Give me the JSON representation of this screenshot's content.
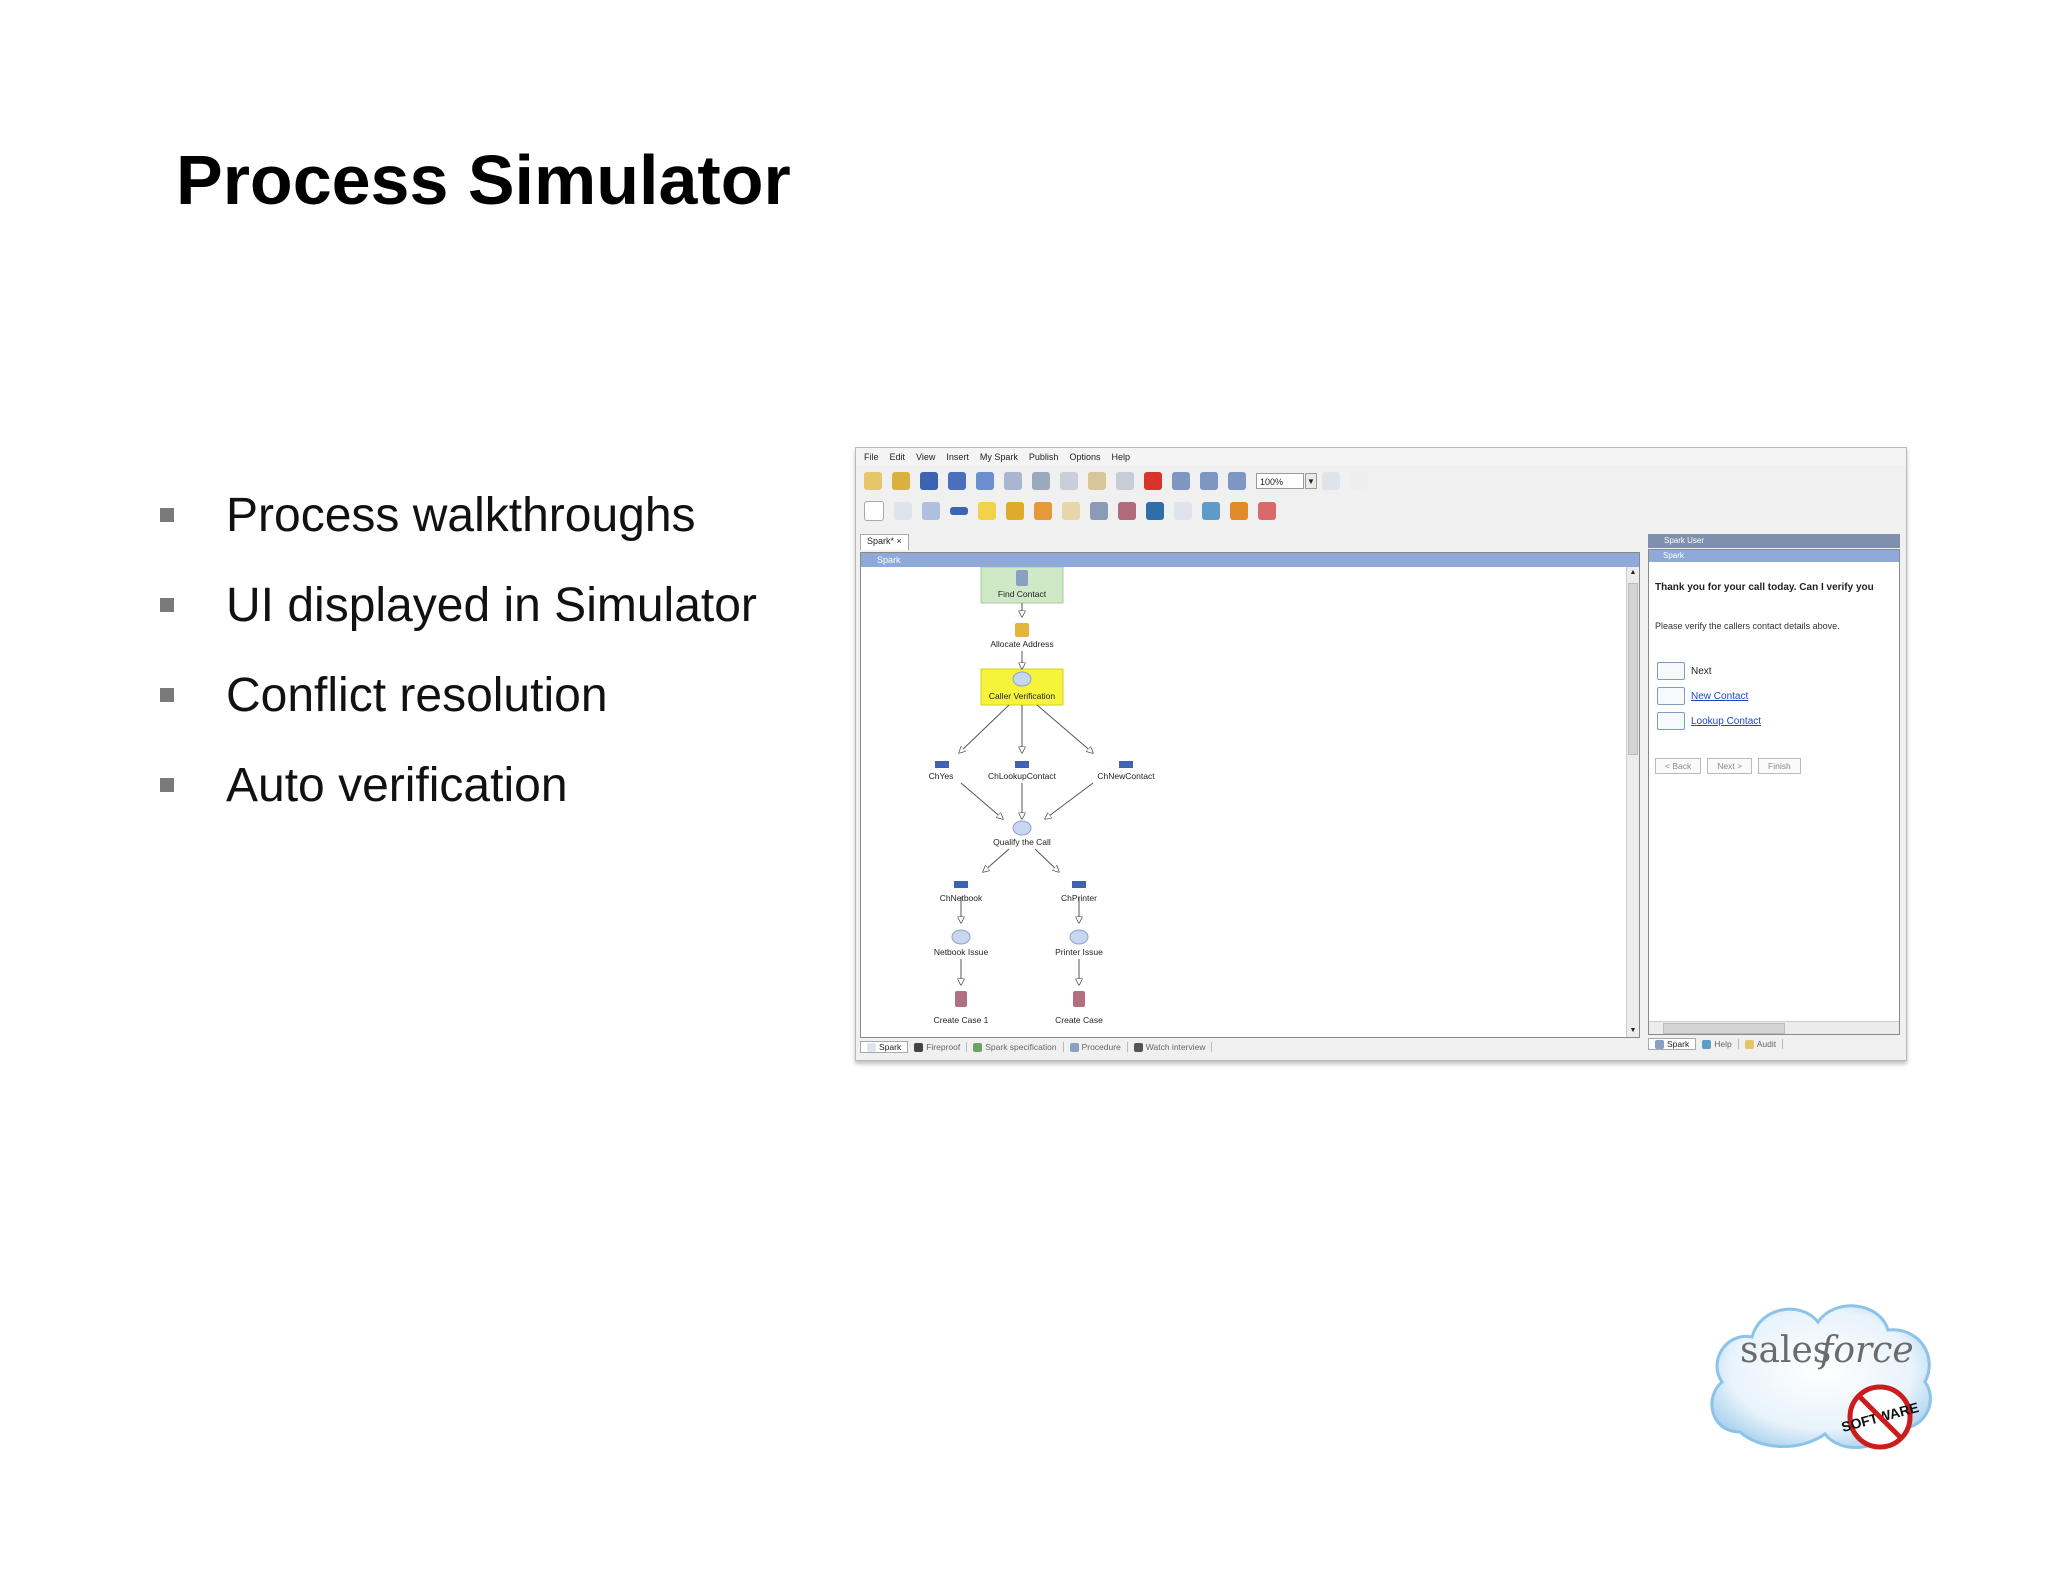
{
  "slide": {
    "title": "Process Simulator",
    "bullets": [
      "Process walkthroughs",
      "UI displayed in Simulator",
      "Conflict resolution",
      "Auto verification"
    ]
  },
  "app": {
    "menu": [
      "File",
      "Edit",
      "View",
      "Insert",
      "My Spark",
      "Publish",
      "Options",
      "Help"
    ],
    "zoom": "100%",
    "editor_tab": "Spark*",
    "editor_title": "Spark",
    "nodes": {
      "find_contact": "Find Contact",
      "allocate_address": "Allocate Address",
      "caller_verification": "Caller Verification",
      "ch_yes": "ChYes",
      "ch_lookup_contact": "ChLookupContact",
      "ch_new_contact": "ChNewContact",
      "qualify_call": "Qualify the Call",
      "ch_netbook": "ChNetbook",
      "ch_printer": "ChPrinter",
      "netbook_issue": "Netbook Issue",
      "printer_issue": "Printer Issue",
      "create_case_1": "Create Case 1",
      "create_case": "Create Case"
    },
    "bottom_tabs": [
      "Spark",
      "Fireproof",
      "Spark specification",
      "Procedure",
      "Watch interview"
    ],
    "right_panel": {
      "header": "Spark User",
      "title": "Spark",
      "prompt": "Thank you for your call today. Can I verify you",
      "instruction": "Please verify the callers contact details above.",
      "options": [
        "Next",
        "New Contact",
        "Lookup Contact"
      ],
      "nav": [
        "< Back",
        "Next >",
        "Finish"
      ],
      "bottom_tabs": [
        "Spark",
        "Help",
        "Audit"
      ]
    }
  },
  "logo": {
    "text_regular": "sales",
    "text_italic": "force",
    "badge": "SOFTWARE"
  }
}
